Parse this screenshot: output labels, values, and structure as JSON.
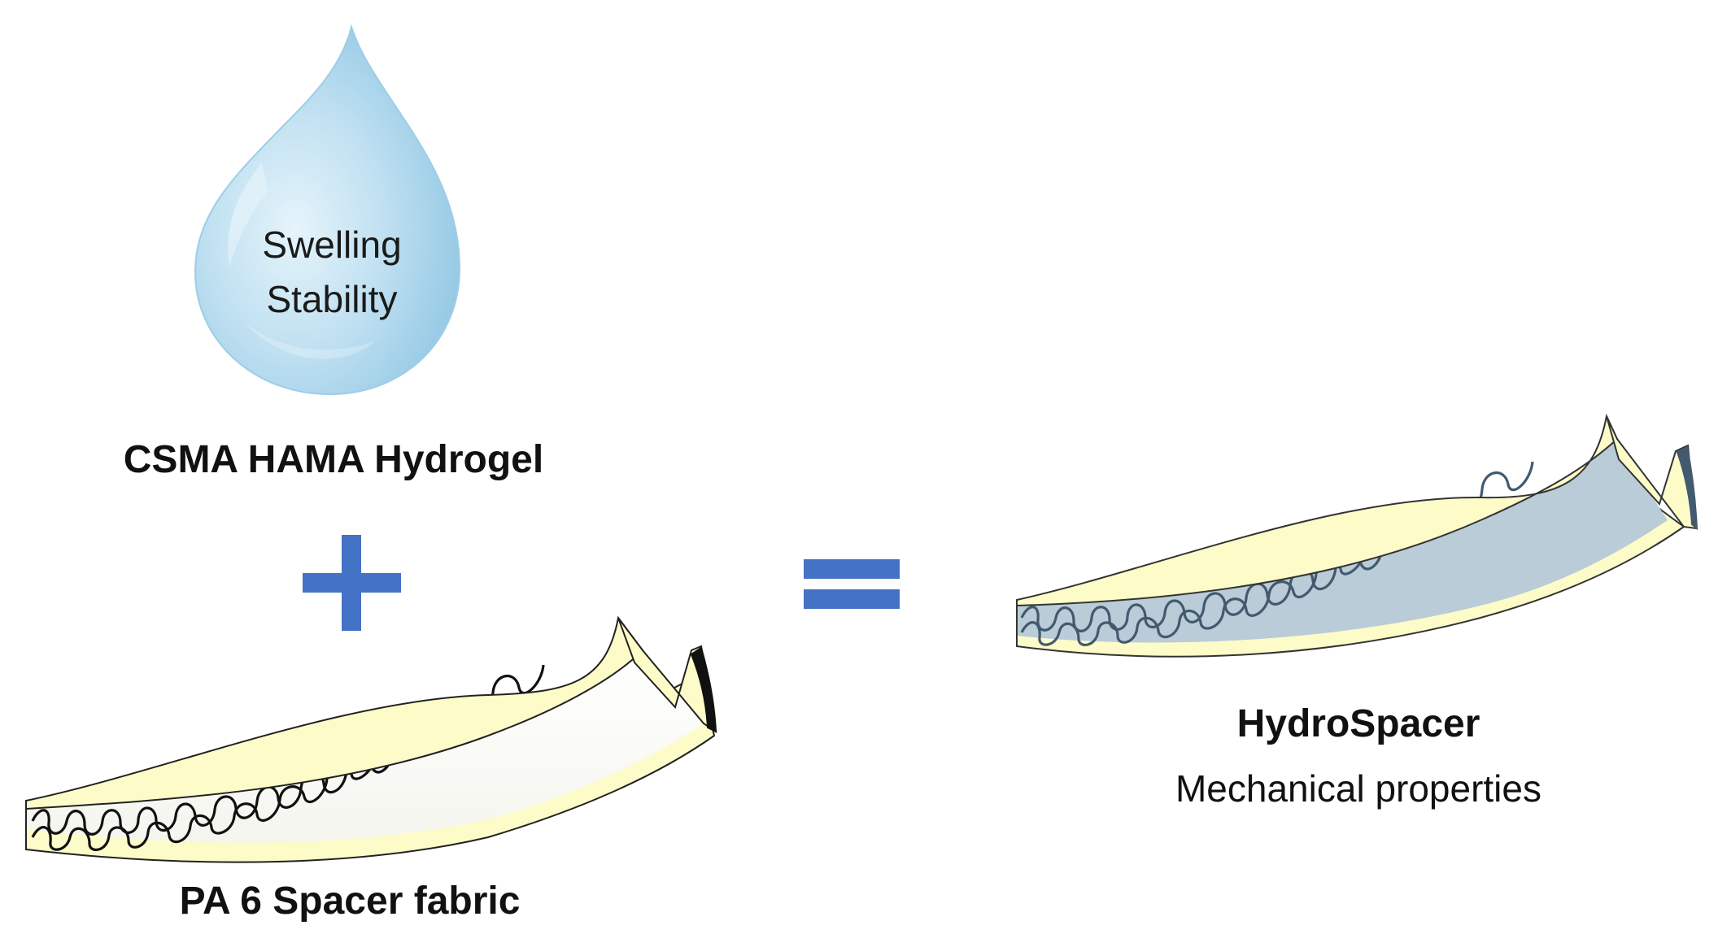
{
  "drop": {
    "line1": "Swelling",
    "line2": "Stability"
  },
  "hydrogel": {
    "label": "CSMA HAMA Hydrogel"
  },
  "spacer": {
    "label": "PA 6 Spacer fabric"
  },
  "result": {
    "title": "HydroSpacer",
    "subtitle": "Mechanical properties"
  },
  "icons": {
    "plus": "plus-icon",
    "equals": "equals-icon",
    "drop": "water-drop-icon"
  },
  "colors": {
    "operator_blue": "#4472c4",
    "fabric_cream": "#fdfbc8",
    "hydro_fill": "#b9ccd8",
    "yarn_black": "#111111",
    "yarn_hydro": "#435a6e",
    "drop_light": "#cfe8f5",
    "drop_dark": "#8cc5e3"
  }
}
